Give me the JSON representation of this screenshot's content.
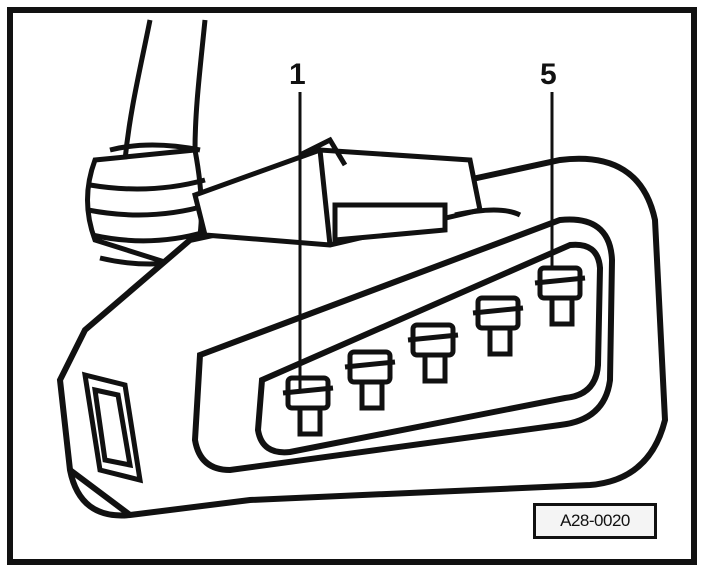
{
  "labels": {
    "pin_first": "1",
    "pin_last": "5"
  },
  "figure_id": "A28-0020",
  "colors": {
    "ink": "#111111",
    "paper": "#ffffff"
  },
  "icons": [
    "connector-5-pin-illustration"
  ]
}
